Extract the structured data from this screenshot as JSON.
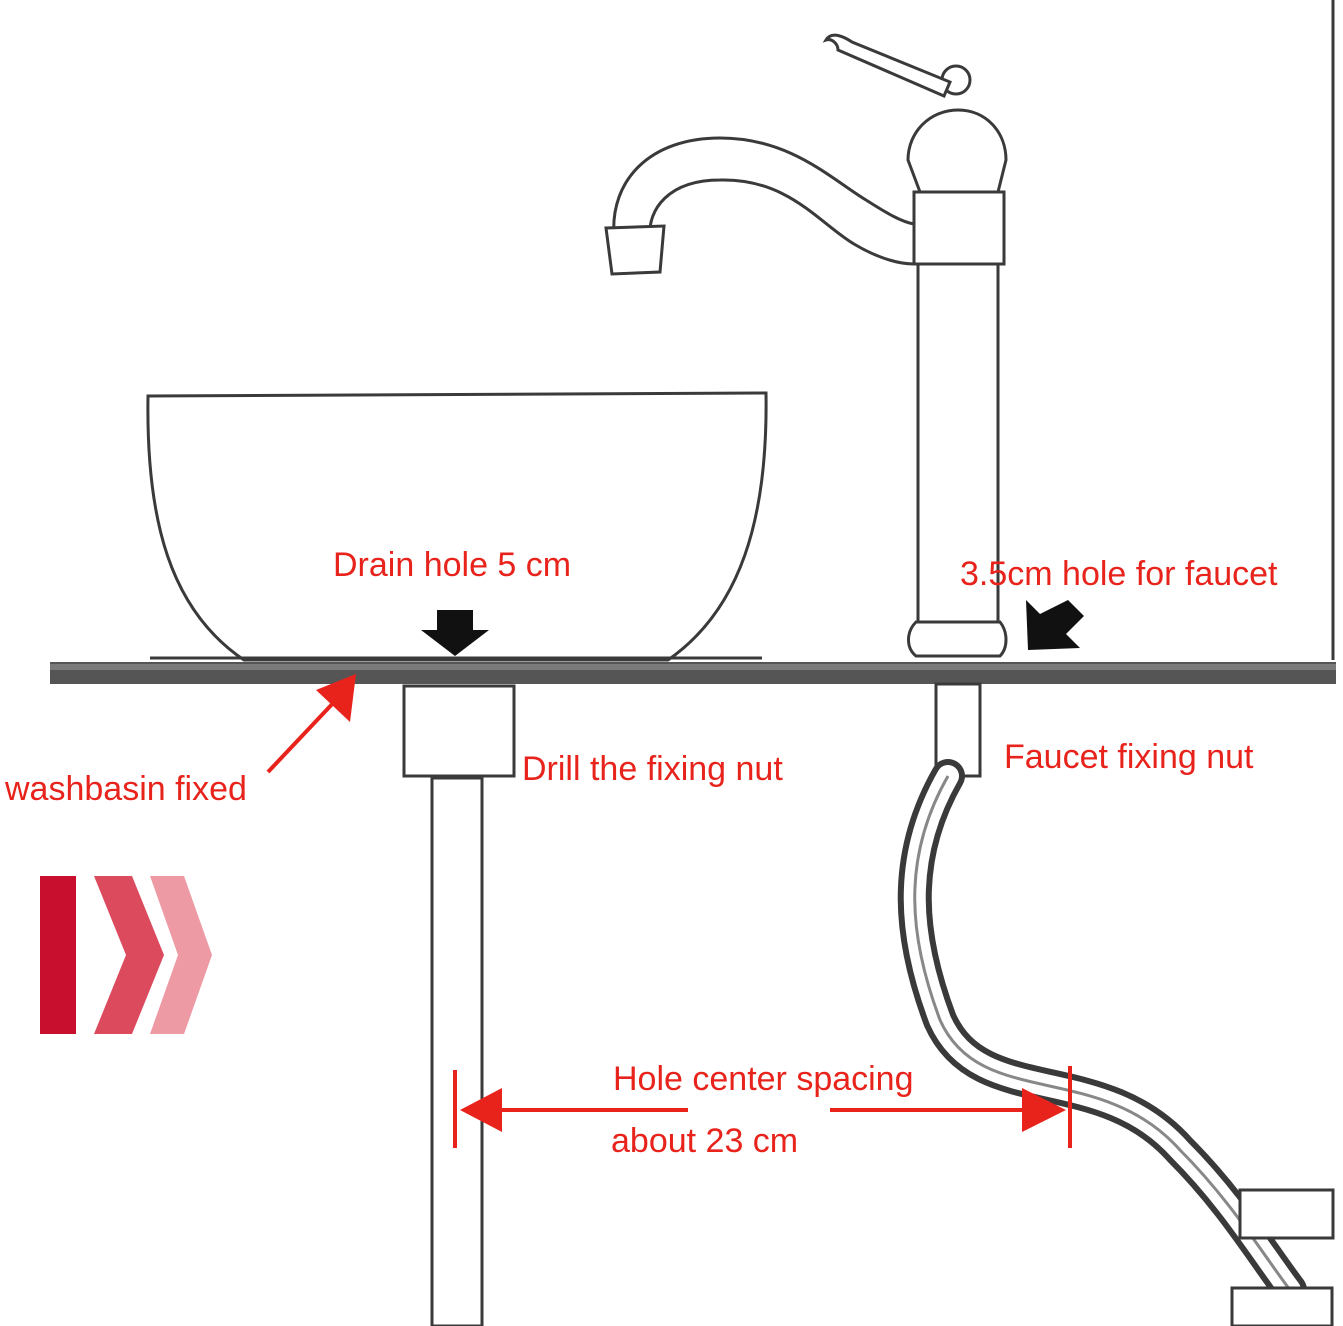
{
  "labels": {
    "drain_hole": "Drain hole 5 cm",
    "faucet_hole": "3.5cm hole for faucet",
    "washbasin_fixed": "washbasin fixed",
    "drill_nut": "Drill the fixing nut",
    "faucet_nut": "Faucet fixing nut",
    "spacing_line1": "Hole center spacing",
    "spacing_line2": "about 23 cm"
  },
  "colors": {
    "annotation": "#e8231c",
    "outline": "#3a3a3a",
    "countertop": "#555555",
    "chevron_dark": "#c8102e",
    "chevron_mid": "#dc4a5e",
    "chevron_light": "#ee9aa5"
  },
  "icons": [
    "down-arrow-icon",
    "diagonal-arrow-icon",
    "double-headed-arrow-icon",
    "chevron-icon"
  ]
}
